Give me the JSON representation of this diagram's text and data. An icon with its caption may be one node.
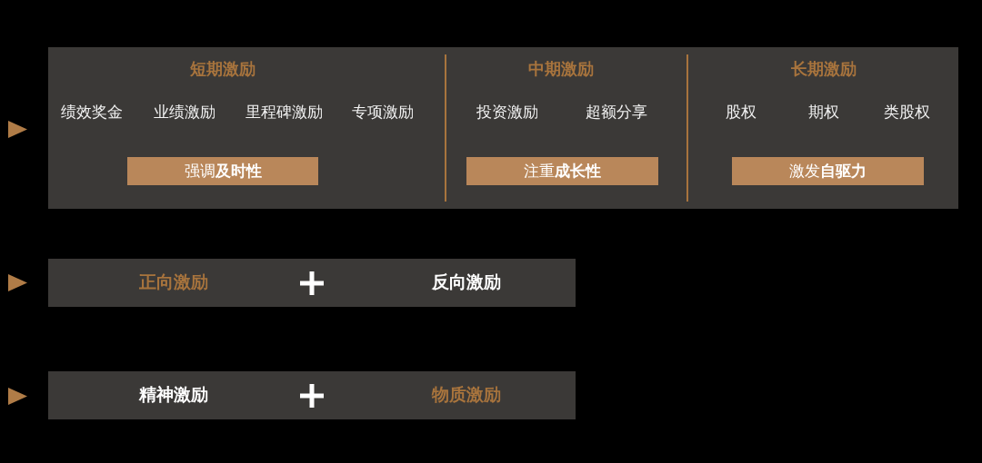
{
  "diagram": {
    "nodes": [
      {
        "text": [
          "短期激励",
          "绩效奖金",
          "业绩激励",
          "里程碑激励",
          "专项激励",
          "中期激励",
          "投资激励",
          "超额分享",
          "长期激励",
          "股权",
          "期权",
          "类股权"
        ]
      },
      {
        "text": [
          "强调**及时性**"
        ],
        "in": 0
      },
      {
        "text": [
          "注重**成长性**"
        ],
        "in": 0
      },
      {
        "text": [
          "激发**自驱力**"
        ],
        "in": 0
      },
      {
        "text": [
          "正向激励",
          "反向激励"
        ]
      },
      {
        "text": [
          "精神激励",
          "物质激励"
        ]
      }
    ]
  }
}
